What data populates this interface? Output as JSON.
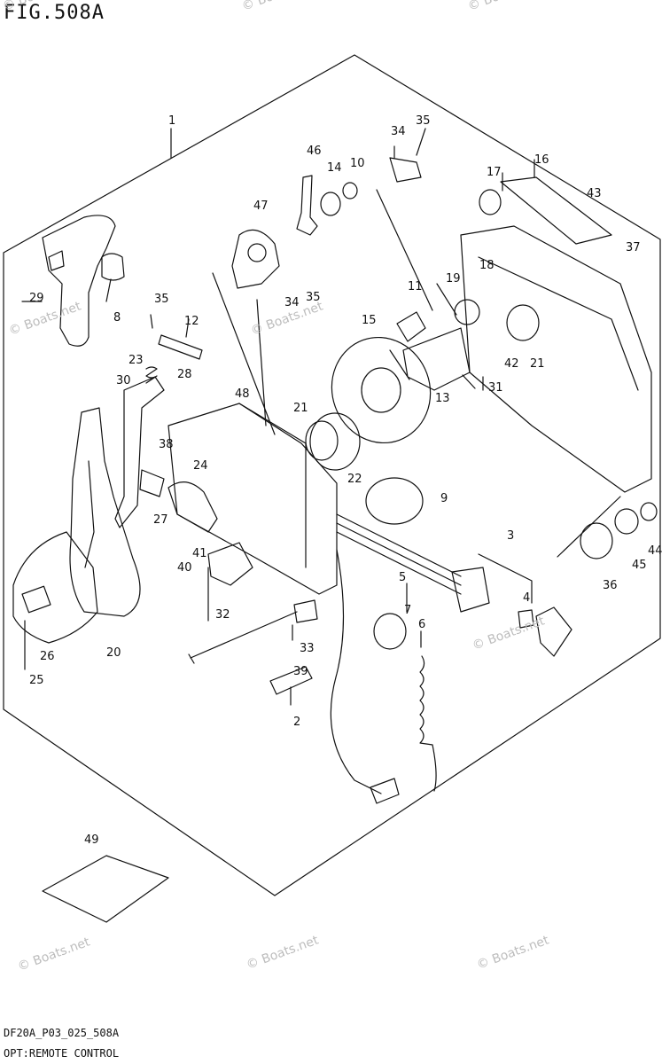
{
  "figure": {
    "title": "FIG.508A",
    "code": "DF20A_P03_025_508A",
    "caption": "OPT:REMOTE CONTROL"
  },
  "watermark": "© Boats.net",
  "callouts": [
    "1",
    "2",
    "3",
    "4",
    "5",
    "6",
    "7",
    "8",
    "9",
    "10",
    "11",
    "12",
    "13",
    "14",
    "15",
    "16",
    "17",
    "18",
    "19",
    "20",
    "21",
    "21",
    "22",
    "23",
    "24",
    "25",
    "26",
    "27",
    "28",
    "29",
    "30",
    "31",
    "32",
    "33",
    "34",
    "34",
    "35",
    "35",
    "35",
    "36",
    "37",
    "38",
    "39",
    "40",
    "41",
    "42",
    "43",
    "44",
    "45",
    "46",
    "47",
    "48",
    "49"
  ]
}
